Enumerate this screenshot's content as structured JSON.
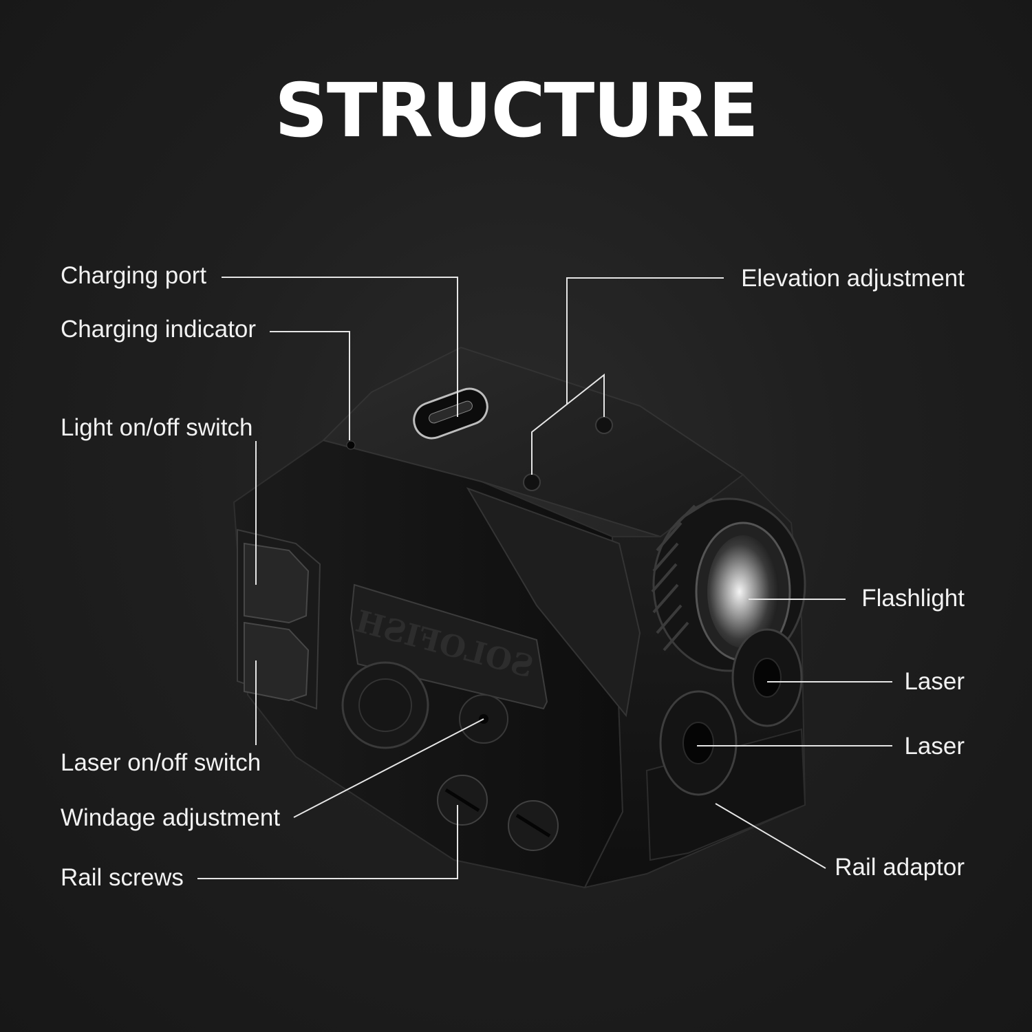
{
  "title": "STRUCTURE",
  "brand_mark": "SOLOFISH",
  "labels": {
    "charging_port": "Charging port",
    "charging_indicator": "Charging indicator",
    "light_switch": "Light on/off switch",
    "laser_switch": "Laser on/off switch",
    "windage": "Windage adjustment",
    "rail_screws": "Rail screws",
    "elevation": "Elevation adjustment",
    "flashlight": "Flashlight",
    "laser_1": "Laser",
    "laser_2": "Laser",
    "rail_adaptor": "Rail adaptor"
  },
  "colors": {
    "background": "#1c1c1c",
    "text": "#f2f2f2",
    "leader_line": "#e6e6e6",
    "device_body": "#141414"
  }
}
